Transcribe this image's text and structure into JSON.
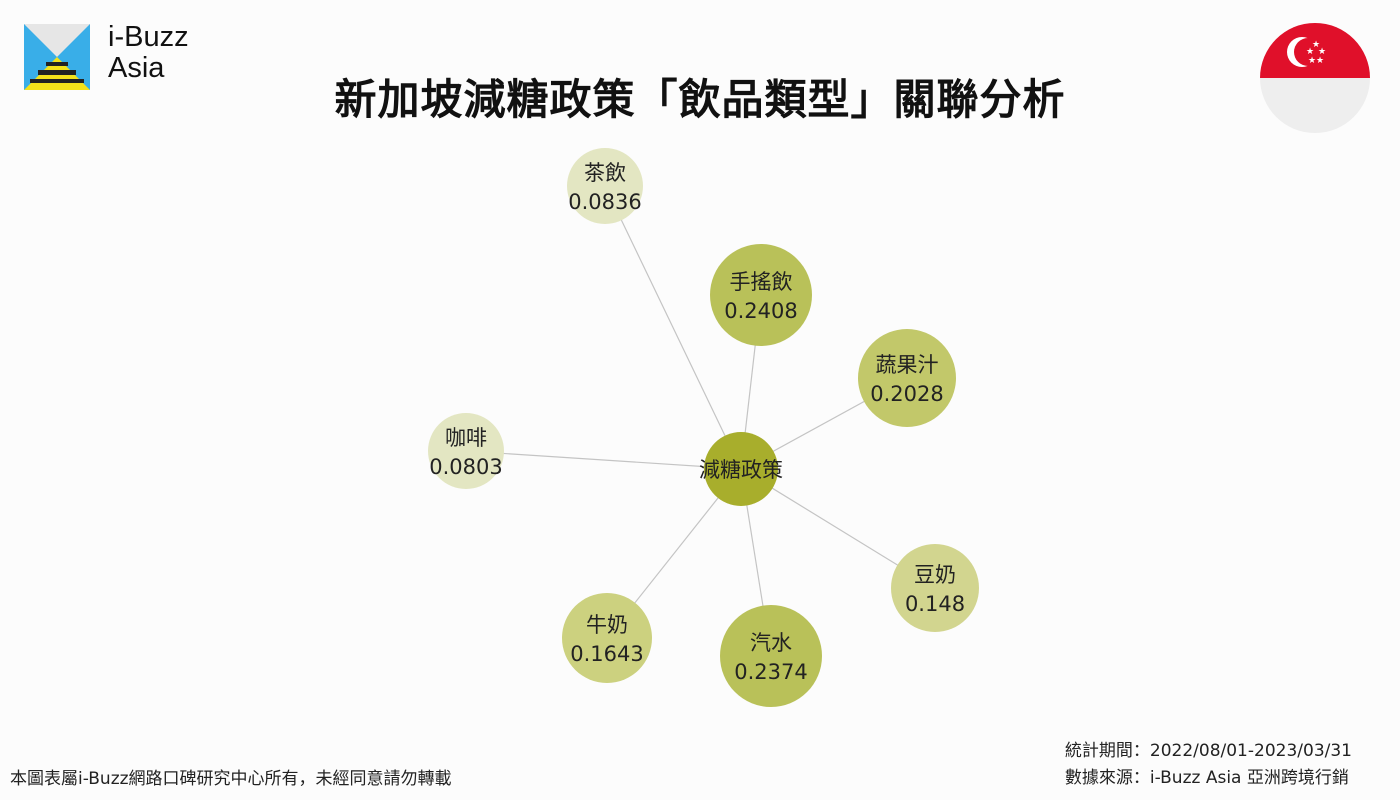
{
  "brand": {
    "line1": "i-Buzz",
    "line2": "Asia"
  },
  "title": "新加坡減糖政策「飲品類型」關聯分析",
  "graph": {
    "center": {
      "label": "減糖政策",
      "color": "#a8ae2c"
    },
    "nodes": [
      {
        "label": "茶飲",
        "value": "0.0836",
        "color": "#e3e6c2"
      },
      {
        "label": "手搖飲",
        "value": "0.2408",
        "color": "#b9c159"
      },
      {
        "label": "蔬果汁",
        "value": "0.2028",
        "color": "#c2c86a"
      },
      {
        "label": "咖啡",
        "value": "0.0803",
        "color": "#e3e6c2"
      },
      {
        "label": "豆奶",
        "value": "0.148",
        "color": "#d2d58f"
      },
      {
        "label": "汽水",
        "value": "0.2374",
        "color": "#b9c159"
      },
      {
        "label": "牛奶",
        "value": "0.1643",
        "color": "#ccd17f"
      }
    ]
  },
  "footer": {
    "copyright": "本圖表屬i-Buzz網路口碑研究中心所有，未經同意請勿轉載",
    "period": "統計期間：2022/08/01-2023/03/31",
    "source": "數據來源：i-Buzz Asia 亞洲跨境行銷"
  },
  "flag_colors": {
    "red": "#e0102a",
    "white": "#eeeeee"
  }
}
